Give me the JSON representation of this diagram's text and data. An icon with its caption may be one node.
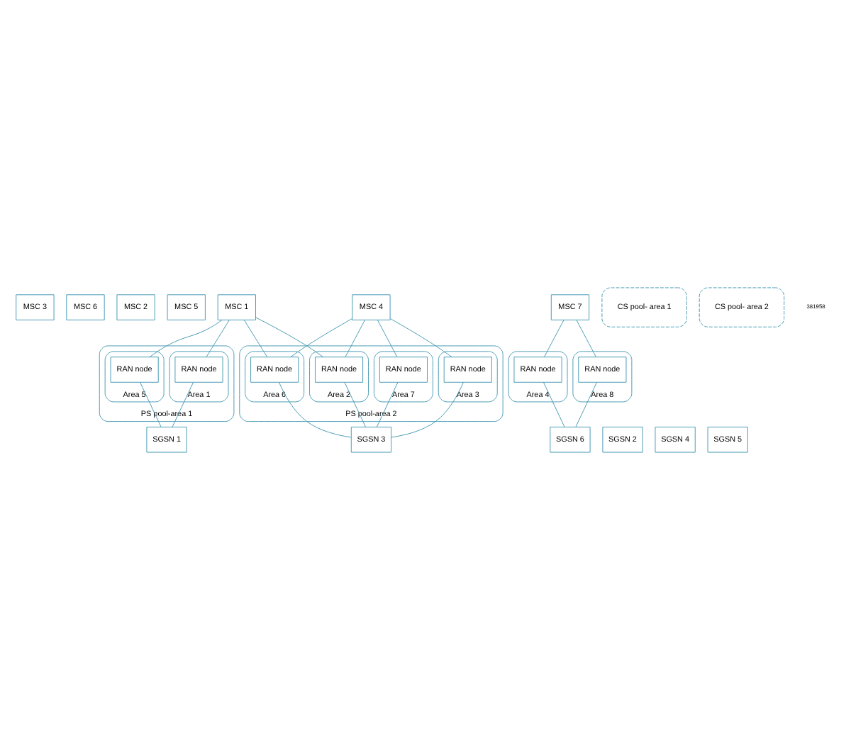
{
  "diagram": {
    "nodes": [
      {
        "text": [
          "MSC 3"
        ]
      },
      {
        "text": [
          "MSC 6"
        ]
      },
      {
        "text": [
          "MSC 2"
        ]
      },
      {
        "text": [
          "MSC 5"
        ]
      },
      {
        "text": [
          "MSC 1"
        ]
      },
      {
        "text": [
          "MSC 4"
        ]
      },
      {
        "text": [
          "MSC 7"
        ]
      },
      {
        "text": [
          "CS pool- area 1"
        ]
      },
      {
        "text": [
          "CS pool- area 2"
        ]
      },
      {
        "text": [
          "PS pool-area 1"
        ]
      },
      {
        "text": [
          "Area 1"
        ],
        "in": 9
      },
      {
        "text": [
          "RAN node"
        ],
        "in": 10
      },
      {
        "text": [
          "Area 5"
        ],
        "in": 9
      },
      {
        "text": [
          "RAN node"
        ],
        "in": 12
      },
      {
        "text": [
          "PS pool-area 2"
        ]
      },
      {
        "text": [
          "Area 2"
        ],
        "in": 14
      },
      {
        "text": [
          "RAN node"
        ],
        "in": 15
      },
      {
        "text": [
          "Area 3"
        ],
        "in": 14
      },
      {
        "text": [
          "RAN node"
        ],
        "in": 17
      },
      {
        "text": [
          "Area 6"
        ],
        "in": 14
      },
      {
        "text": [
          "RAN node"
        ],
        "in": 19
      },
      {
        "text": [
          "Area 7"
        ],
        "in": 14
      },
      {
        "text": [
          "RAN node"
        ],
        "in": 21
      },
      {
        "text": [
          "Area 4"
        ]
      },
      {
        "text": [
          "RAN node"
        ],
        "in": 23
      },
      {
        "text": [
          "Area 8"
        ]
      },
      {
        "text": [
          "RAN node"
        ],
        "in": 25
      },
      {
        "text": [
          "SGSN 1"
        ]
      },
      {
        "text": [
          "SGSN 3"
        ]
      },
      {
        "text": [
          "SGSN 6"
        ]
      },
      {
        "text": [
          "SGSN 2"
        ]
      },
      {
        "text": [
          "SGSN 4"
        ]
      },
      {
        "text": [
          "SGSN 5"
        ]
      }
    ],
    "edges": [
      {
        "from": 4,
        "to": 11,
        "arrow": "none"
      },
      {
        "from": 4,
        "to": 13,
        "arrow": "none"
      },
      {
        "from": 4,
        "to": 16,
        "arrow": "none"
      },
      {
        "from": 4,
        "to": 20,
        "arrow": "none"
      },
      {
        "from": 5,
        "to": 16,
        "arrow": "none"
      },
      {
        "from": 5,
        "to": 20,
        "arrow": "none"
      },
      {
        "from": 5,
        "to": 18,
        "arrow": "none"
      },
      {
        "from": 5,
        "to": 22,
        "arrow": "none"
      },
      {
        "from": 6,
        "to": 24,
        "arrow": "none"
      },
      {
        "from": 6,
        "to": 26,
        "arrow": "none"
      },
      {
        "from": 11,
        "to": 27,
        "arrow": "none"
      },
      {
        "from": 13,
        "to": 27,
        "arrow": "none"
      },
      {
        "from": 16,
        "to": 28,
        "arrow": "none"
      },
      {
        "from": 20,
        "to": 28,
        "arrow": "none"
      },
      {
        "from": 18,
        "to": 28,
        "arrow": "none"
      },
      {
        "from": 22,
        "to": 28,
        "arrow": "none"
      },
      {
        "from": 24,
        "to": 29,
        "arrow": "none"
      },
      {
        "from": 26,
        "to": 29,
        "arrow": "none"
      }
    ],
    "labels": [
      "381958"
    ]
  }
}
